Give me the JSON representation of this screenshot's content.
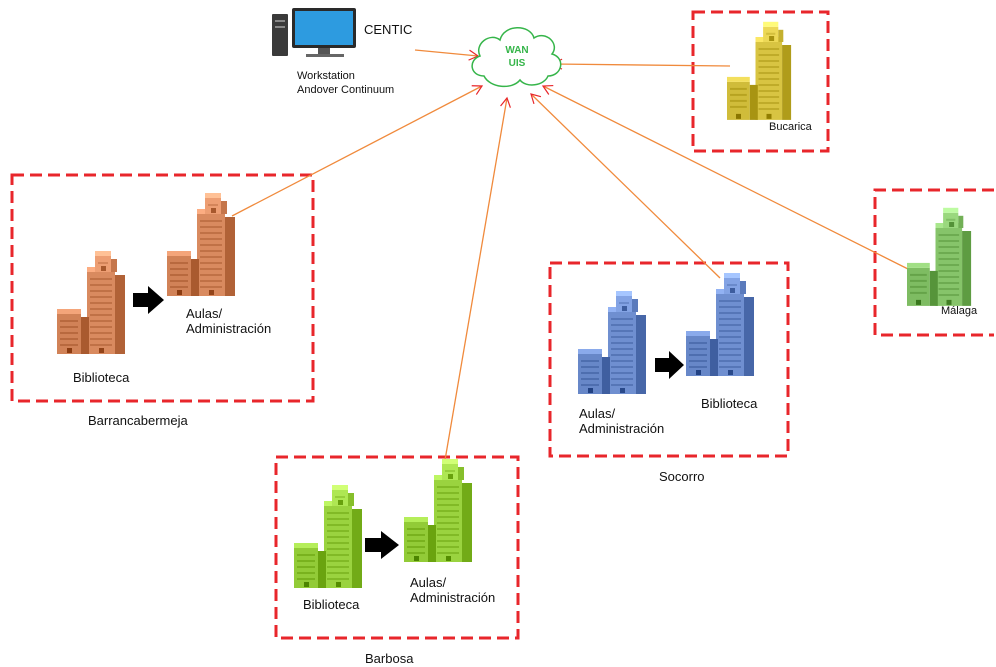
{
  "central": {
    "cloud_line1": "WAN",
    "cloud_line2": "UIS",
    "centic": "CENTIC",
    "workstation": "Workstation\nAndover Continuum"
  },
  "sites": {
    "bucarica": {
      "building": "Bucarica"
    },
    "malaga": {
      "building": "Málaga"
    },
    "barranca": {
      "name": "Barrancabermeja",
      "building1": "Biblioteca",
      "building2": "Aulas/\nAdministración"
    },
    "socorro": {
      "name": "Socorro",
      "building1": "Aulas/\nAdministración",
      "building2": "Biblioteca"
    },
    "barbosa": {
      "name": "Barbosa",
      "building1": "Biblioteca",
      "building2": "Aulas/\nAdministración"
    }
  },
  "colors": {
    "boundary": "#e8262b",
    "link": "#f08a3c",
    "cloud_text": "#36b54a",
    "barranca": "#d98a5f",
    "socorro": "#6f8fd0",
    "barbosa": "#9ad33f",
    "bucarica": "#d8c442",
    "malaga": "#86c46a"
  }
}
